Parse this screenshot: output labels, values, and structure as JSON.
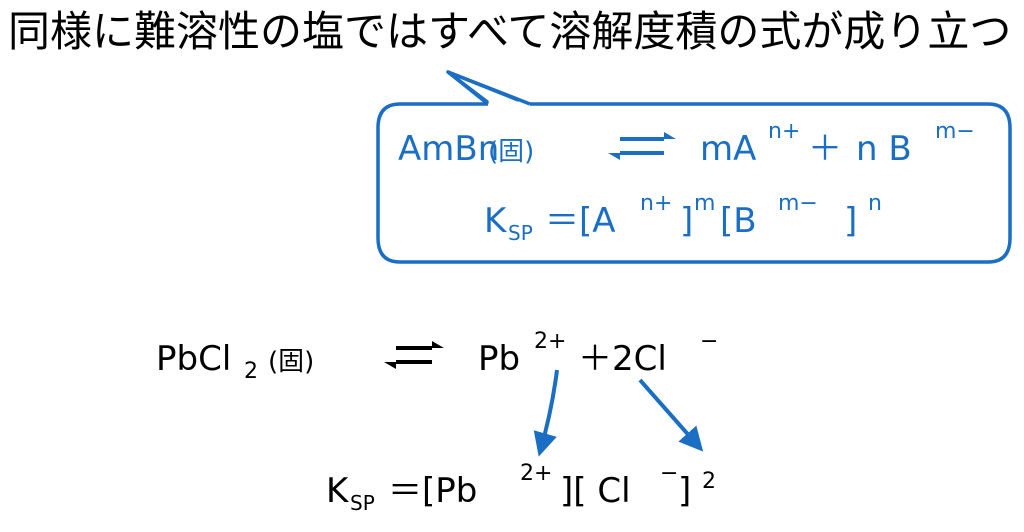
{
  "heading": "同様に難溶性の塩ではすべて溶解度積の式が成り立つ",
  "bubble": {
    "line1": {
      "reactant": "AmBn",
      "reactant_state": "(固)",
      "product_a": "mA",
      "product_a_charge": "n+",
      "plus": "＋",
      "product_b": "n B",
      "product_b_charge": "m−"
    },
    "line2": {
      "k": "K",
      "k_sub": "SP",
      "eq": "＝[A",
      "a_charge": "n+",
      "a_close": "]",
      "a_exp": "m",
      "b_open": "[B",
      "b_charge": "m−",
      "b_close": "]",
      "b_exp": "n"
    }
  },
  "example": {
    "line1": {
      "reactant": "PbCl",
      "reactant_sub": "2",
      "reactant_state": "(固)",
      "product_a": "Pb",
      "product_a_charge": "2+",
      "plus_coef": "＋2Cl",
      "product_b_charge": "−"
    },
    "line2": {
      "k": "K",
      "k_sub": "SP",
      "eq": "＝[Pb",
      "a_charge": "2+",
      "a_close": "][ Cl",
      "b_charge": "−",
      "b_close": "]",
      "b_exp": "2"
    }
  },
  "colors": {
    "accent": "#1a6fc4",
    "text": "#000000"
  },
  "icons": {
    "equilibrium": "equilibrium-arrows-icon"
  }
}
